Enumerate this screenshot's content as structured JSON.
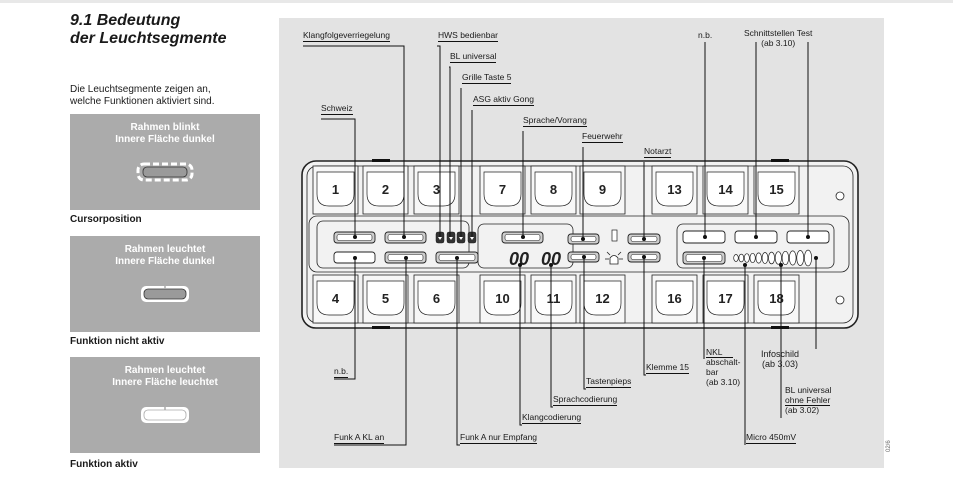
{
  "section": {
    "title_line1": "9.1 Bedeutung",
    "title_line2": "der Leuchtsegmente",
    "intro_line1": "Die Leuchtsegmente zeigen an,",
    "intro_line2": "welche Funktionen aktiviert sind."
  },
  "legend": [
    {
      "caption_line1": "Rahmen blinkt",
      "caption_line2": "Innere Fläche dunkel",
      "label": "Cursorposition",
      "style": "blinking"
    },
    {
      "caption_line1": "Rahmen leuchtet",
      "caption_line2": "Innere Fläche dunkel",
      "label": "Funktion nicht aktiv",
      "style": "frame-lit"
    },
    {
      "caption_line1": "Rahmen leuchtet",
      "caption_line2": "Innere Fläche leuchtet",
      "label": "Funktion aktiv",
      "style": "fully-lit"
    }
  ],
  "device": {
    "top_keys": [
      "1",
      "2",
      "3",
      "7",
      "8",
      "9",
      "13",
      "14",
      "15"
    ],
    "bottom_keys": [
      "4",
      "5",
      "6",
      "10",
      "11",
      "12",
      "16",
      "17",
      "18"
    ],
    "display_digits": [
      "00",
      "00"
    ],
    "led_bar_count": 12
  },
  "labels": {
    "top": {
      "klangfolge": "Klangfolgeverriegelung",
      "hws": "HWS bedienbar",
      "bl_universal": "BL universal",
      "grille": "Grille Taste 5",
      "asg": "ASG aktiv Gong",
      "schweiz": "Schweiz",
      "sprache": "Sprache/Vorrang",
      "feuerwehr": "Feuerwehr",
      "notarzt": "Notarzt",
      "nb_top": "n.b.",
      "schnittstellen_line1": "Schnittstellen Test",
      "schnittstellen_line2": "(ab 3.10)"
    },
    "bottom": {
      "nb_bottom": "n.b.",
      "funk_kl": "Funk A KL an",
      "funk_empfang": "Funk A nur Empfang",
      "klangcodierung": "Klangcodierung",
      "sprachcodierung": "Sprachcodierung",
      "tastenpieps": "Tastenpieps",
      "klemme": "Klemme 15",
      "nkl_line1": "NKL",
      "nkl_line2": "abschalt-",
      "nkl_line3": "bar",
      "nkl_line4": "(ab 3.10)",
      "micro": "Micro 450mV",
      "infoschild_line1": "Infoschild",
      "infoschild_line2": "(ab 3.03)",
      "bl_ohne_line1": "BL universal",
      "bl_ohne_line2": "ohne Fehler",
      "bl_ohne_line3": "(ab 3.02)"
    }
  },
  "figure_id": "02/6"
}
